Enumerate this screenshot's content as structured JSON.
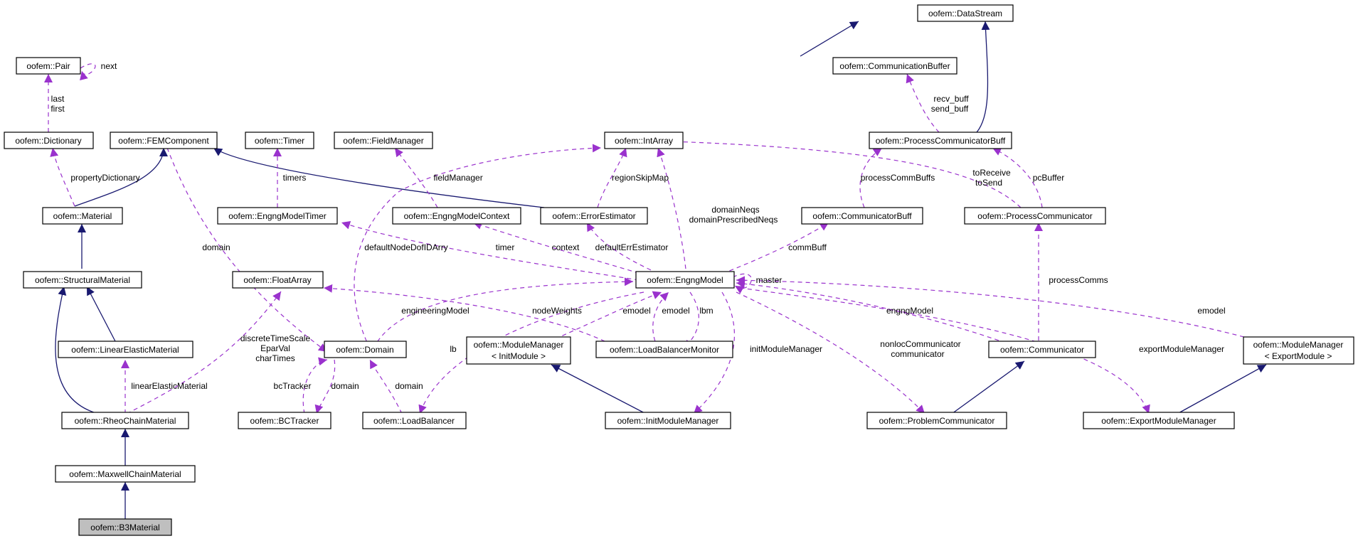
{
  "nodes": {
    "datastream": "oofem::DataStream",
    "communicationbuffer": "oofem::CommunicationBuffer",
    "pair": "oofem::Pair",
    "dictionary": "oofem::Dictionary",
    "femcomponent": "oofem::FEMComponent",
    "timer": "oofem::Timer",
    "fieldmanager": "oofem::FieldManager",
    "intarray": "oofem::IntArray",
    "processcommunicatorbuff": "oofem::ProcessCommunicatorBuff",
    "material": "oofem::Material",
    "engngmodeltimer": "oofem::EngngModelTimer",
    "engngmodelcontext": "oofem::EngngModelContext",
    "errorestimator": "oofem::ErrorEstimator",
    "communicatorbuff": "oofem::CommunicatorBuff",
    "processcommunicator": "oofem::ProcessCommunicator",
    "structuralmaterial": "oofem::StructuralMaterial",
    "floatarray": "oofem::FloatArray",
    "engngmodel": "oofem::EngngModel",
    "linearelasticmaterial": "oofem::LinearElasticMaterial",
    "domain": "oofem::Domain",
    "modulemanager_init_l1": "oofem::ModuleManager",
    "modulemanager_init_l2": "< InitModule >",
    "loadbalancermonitor": "oofem::LoadBalancerMonitor",
    "communicator": "oofem::Communicator",
    "modulemanager_export_l1": "oofem::ModuleManager",
    "modulemanager_export_l2": "< ExportModule >",
    "rheochainmaterial": "oofem::RheoChainMaterial",
    "bctracker": "oofem::BCTracker",
    "loadbalancer": "oofem::LoadBalancer",
    "initmodulemanager": "oofem::InitModuleManager",
    "problemcommunicator": "oofem::ProblemCommunicator",
    "exportmodulemanager": "oofem::ExportModuleManager",
    "maxwellchainmaterial": "oofem::MaxwellChainMaterial",
    "b3material": "oofem::B3Material"
  },
  "labels": {
    "next": "next",
    "last": "last",
    "first": "first",
    "property_dictionary": "propertyDictionary",
    "timers": "timers",
    "field_manager": "fieldManager",
    "region_skip_map": "regionSkipMap",
    "recv_buff": "recv_buff",
    "send_buff": "send_buff",
    "process_comm_buffs": "processCommBuffs",
    "to_receive": "toReceive",
    "to_send": "toSend",
    "pc_buffer": "pcBuffer",
    "domain_neqs": "domainNeqs",
    "domain_prescribed_neqs": "domainPrescribedNeqs",
    "domain_fem": "domain",
    "default_node_dof_id_arry": "defaultNodeDofIDArry",
    "timer": "timer",
    "context": "context",
    "default_err_estimator": "defaultErrEstimator",
    "comm_buff": "commBuff",
    "master": "master",
    "process_comms": "processComms",
    "engineering_model": "engineeringModel",
    "node_weights": "nodeWeights",
    "emodel_init": "emodel",
    "emodel_lbm": "emodel",
    "lbm": "lbm",
    "engng_model": "engngModel",
    "emodel_export": "emodel",
    "discrete_time_scale": "discreteTimeScale",
    "epar_val": "EparVal",
    "char_times": "charTimes",
    "lb": "lb",
    "init_module_manager": "initModuleManager",
    "nonloc_communicator": "nonlocCommunicator",
    "communicator": "communicator",
    "export_module_manager": "exportModuleManager",
    "linear_elastic_material": "linearElasticMaterial",
    "bc_tracker": "bcTracker",
    "domain_bct": "domain",
    "domain_lb": "domain"
  },
  "colors": {
    "inheritance": "#191970",
    "usage": "#9a32cd",
    "focus_fill": "#bfbfbf"
  }
}
